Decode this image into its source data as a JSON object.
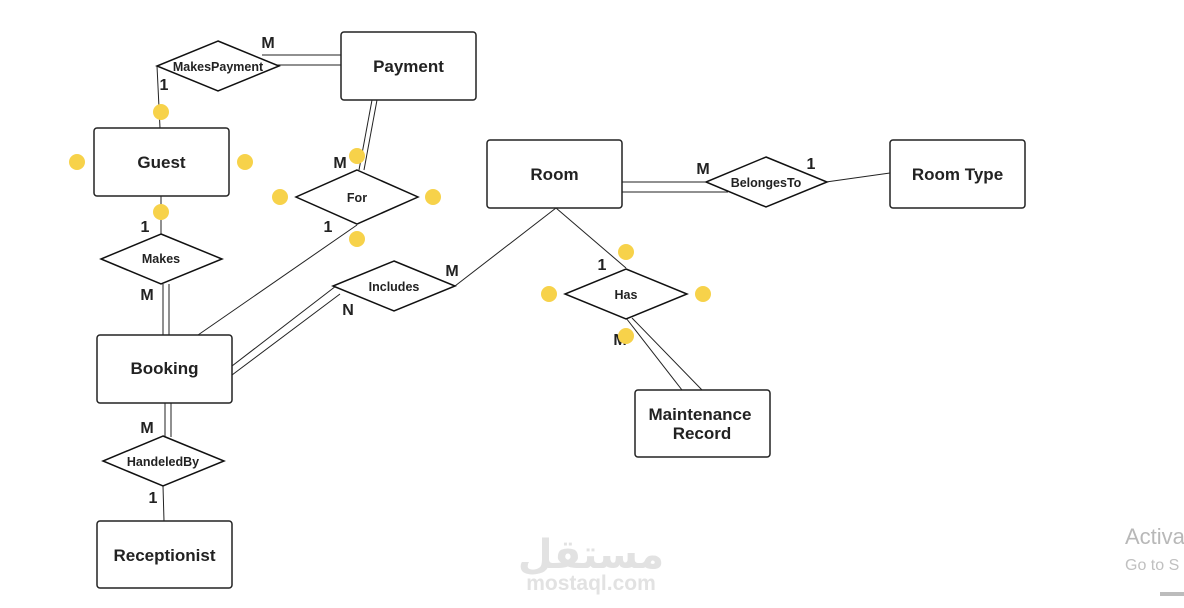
{
  "entities": {
    "payment": "Payment",
    "guest": "Guest",
    "room": "Room",
    "room_type": "Room Type",
    "booking": "Booking",
    "maintenance_record_line1": "Maintenance",
    "maintenance_record_line2": "Record",
    "receptionist": "Receptionist"
  },
  "relationships": {
    "makes_payment": "MakesPayment",
    "for": "For",
    "makes": "Makes",
    "includes": "Includes",
    "belonges_to": "BelongesTo",
    "has": "Has",
    "handeled_by": "HandeledBy"
  },
  "cardinalities": {
    "makes_payment_payment": "M",
    "makes_payment_guest": "1",
    "for_payment": "M",
    "for_booking": "1",
    "makes_guest": "1",
    "makes_booking": "M",
    "includes_room": "M",
    "includes_booking": "N",
    "belonges_to_room": "M",
    "belonges_to_room_type": "1",
    "has_room": "1",
    "has_maintenance": "M",
    "handeled_by_booking": "M",
    "handeled_by_receptionist": "1"
  },
  "colors": {
    "handle": "#f7d24a",
    "stroke": "#222222",
    "watermark": "#e2e2e2"
  },
  "watermark": {
    "arabic": "مستقل",
    "latin": "mostaql.com"
  },
  "os_overlay": {
    "activate_title": "Activa",
    "activate_sub": "Go to S"
  }
}
